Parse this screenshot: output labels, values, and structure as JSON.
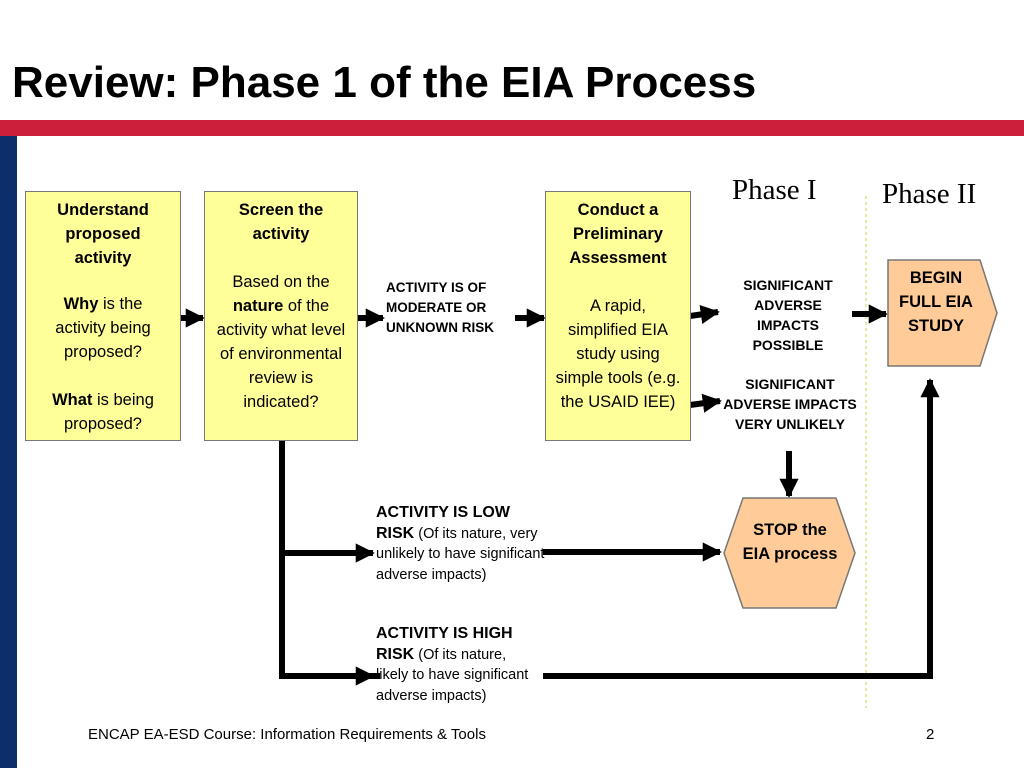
{
  "slide": {
    "title": "Review: Phase 1 of the EIA Process",
    "footer": "ENCAP EA-ESD Course: Information Requirements & Tools",
    "page_number": "2"
  },
  "phases": {
    "phase1": "Phase I",
    "phase2": "Phase II"
  },
  "box_understand": {
    "heading": "Understand proposed activity",
    "why_bold": "Why",
    "why_rest": " is the activity being proposed?",
    "what_bold": "What",
    "what_rest": " is being proposed?"
  },
  "box_screen": {
    "heading": "Screen the activity",
    "text_before": "Based on the ",
    "text_bold": "nature",
    "text_after": " of the activity what level of environmental review is indicated?"
  },
  "label_moderate": "ACTIVITY IS OF MODERATE OR UNKNOWN RISK",
  "box_preliminary": {
    "heading": "Conduct a Preliminary Assessment",
    "text": "A rapid, simplified EIA study using simple tools (e.g. the USAID IEE)"
  },
  "label_sig_possible": "SIGNIFICANT ADVERSE IMPACTS POSSIBLE",
  "label_sig_unlikely": "SIGNIFICANT ADVERSE IMPACTS VERY UNLIKELY",
  "shape_begin": "BEGIN FULL EIA STUDY",
  "shape_stop": "STOP the EIA process",
  "label_low": {
    "bold": "ACTIVITY IS LOW RISK",
    "rest": " (Of its nature, very unlikely to have significant  adverse impacts)"
  },
  "label_high": {
    "bold": "ACTIVITY IS HIGH RISK",
    "rest": " (Of its nature, likely to have significant adverse impacts)"
  },
  "colors": {
    "red_bar": "#cc1f3b",
    "navy_bar": "#0a2f6b",
    "box_fill": "#ffff99",
    "shape_fill": "#ffcc99",
    "divider": "#e8e8a0"
  }
}
